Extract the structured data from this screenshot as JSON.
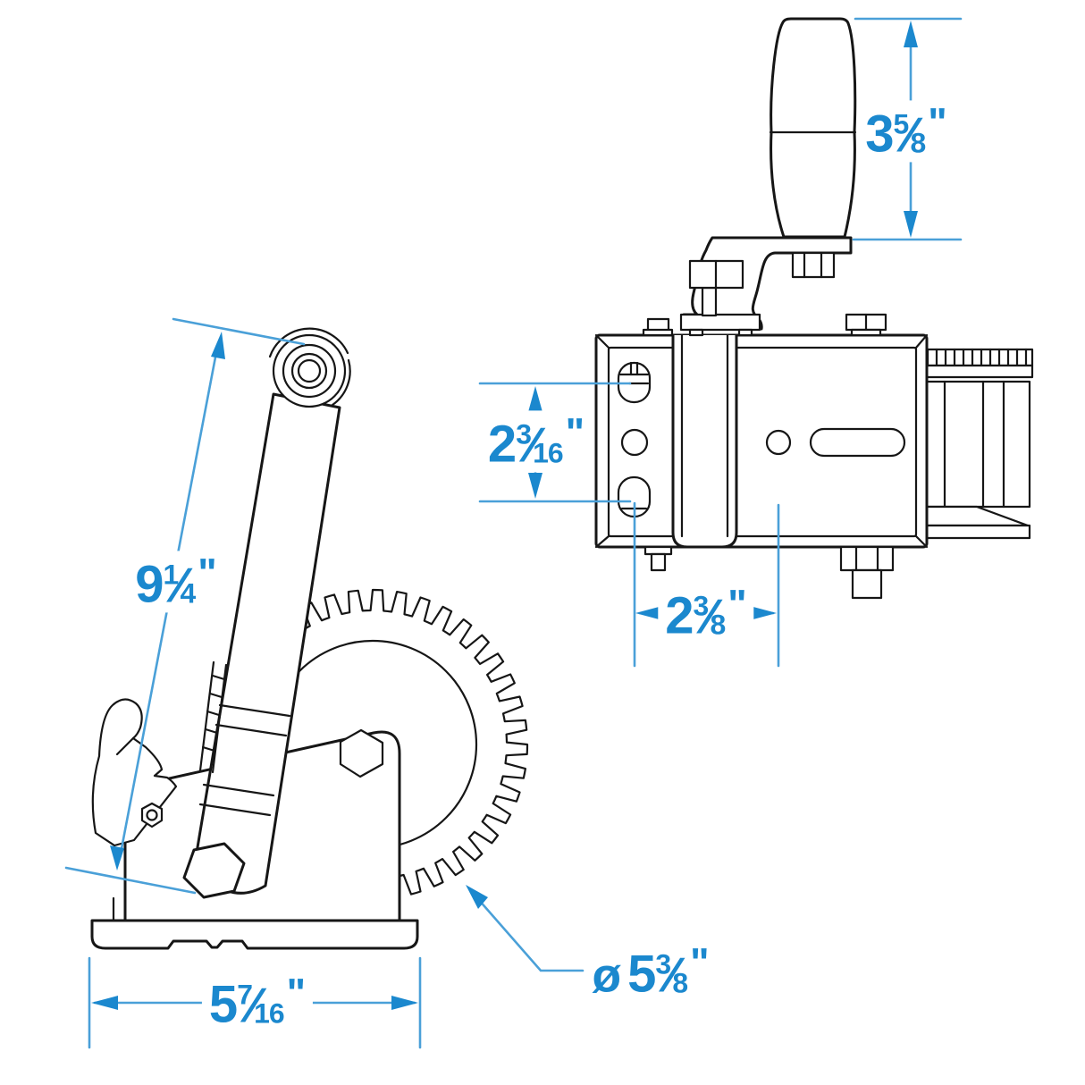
{
  "colors": {
    "dimension_blue": "#1b88ce",
    "dimension_line_blue": "#4aa0d8",
    "line_black": "#161616",
    "background": "#ffffff"
  },
  "ui": {
    "fraction_slash": "⁄"
  },
  "dimensions": {
    "grip_length": {
      "whole": "3",
      "numerator": "5",
      "denominator": "8",
      "unit": "\""
    },
    "handle_length": {
      "whole": "9",
      "numerator": "1",
      "denominator": "4",
      "unit": "\""
    },
    "hole_spacing": {
      "whole": "2",
      "numerator": "3",
      "denominator": "16",
      "unit": "\""
    },
    "mount_hole_offset": {
      "whole": "2",
      "numerator": "3",
      "denominator": "8",
      "unit": "\""
    },
    "base_width": {
      "whole": "5",
      "numerator": "7",
      "denominator": "16",
      "unit": "\""
    },
    "gear_diameter": {
      "prefix": "ø",
      "whole": "5",
      "numerator": "3",
      "denominator": "8",
      "unit": "\""
    }
  }
}
